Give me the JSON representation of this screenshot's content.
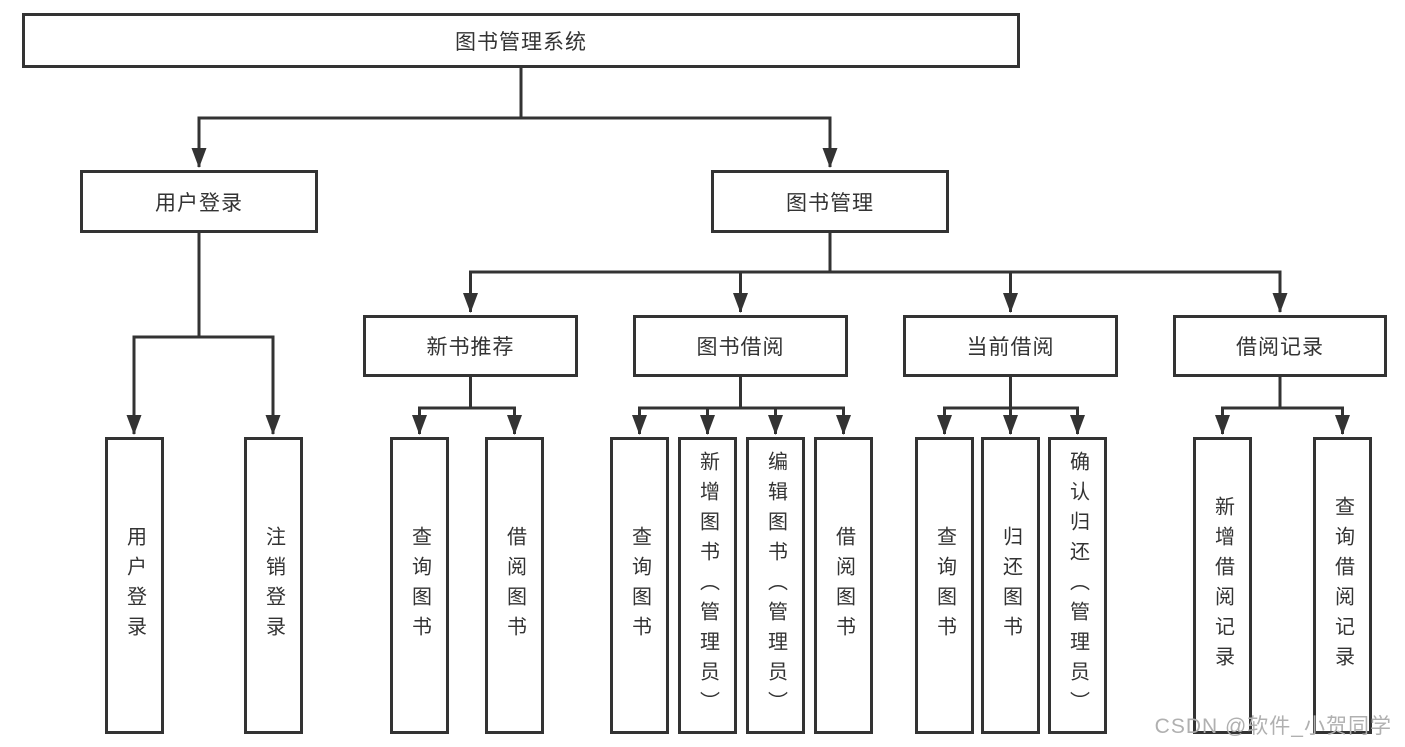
{
  "nodes": {
    "root": "图书管理系统",
    "level2": [
      {
        "label": "用户登录"
      },
      {
        "label": "图书管理"
      }
    ],
    "level3": [
      {
        "label": "新书推荐"
      },
      {
        "label": "图书借阅"
      },
      {
        "label": "当前借阅"
      },
      {
        "label": "借阅记录"
      }
    ],
    "leaves": {
      "user_login": [
        "用户登录",
        "注销登录"
      ],
      "new_books": [
        "查询图书",
        "借阅图书"
      ],
      "book_borrowing": [
        "查询图书",
        "新增图书（管理员）",
        "编辑图书（管理员）",
        "借阅图书"
      ],
      "current_borrowing": [
        "查询图书",
        "归还图书",
        "确认归还（管理员）"
      ],
      "borrowing_records": [
        "新增借阅记录",
        "查询借阅记录"
      ]
    }
  },
  "watermark": "CSDN @软件_小贺同学",
  "colors": {
    "line": "#333333",
    "text": "#333333",
    "box_fill": "#ffffff",
    "watermark": "#b0b0b0",
    "background": "#ffffff"
  }
}
